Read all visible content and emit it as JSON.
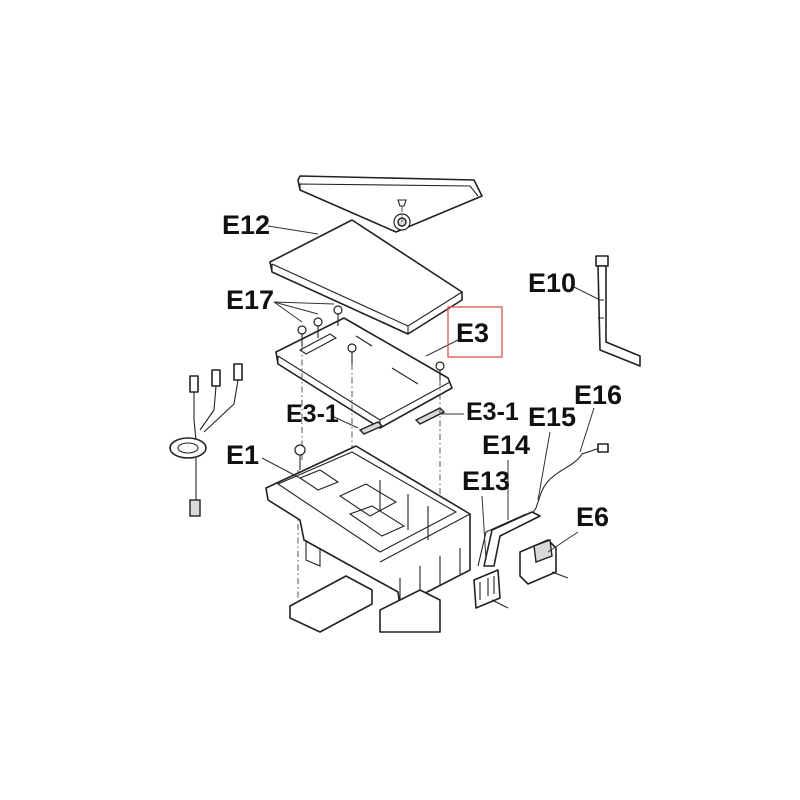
{
  "labels": {
    "e12": "E12",
    "e17": "E17",
    "e3": "E3",
    "e3_1_left": "E3-1",
    "e3_1_right": "E3-1",
    "e1": "E1",
    "e10": "E10",
    "e16": "E16",
    "e15": "E15",
    "e14": "E14",
    "e13": "E13",
    "e6": "E6"
  },
  "colors": {
    "line": "#222222",
    "highlight_box": "#d9534f",
    "background": "#ffffff"
  }
}
